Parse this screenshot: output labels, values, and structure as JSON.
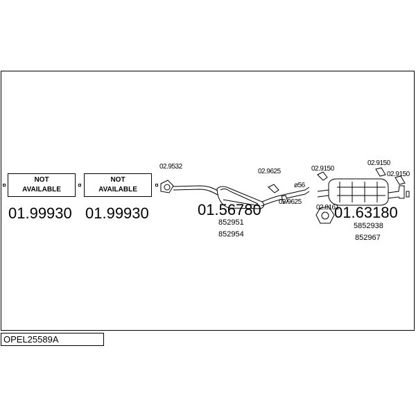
{
  "not_available": {
    "line1": "NOT",
    "line2": "AVAILABLE"
  },
  "parts": {
    "part_a": "01.99930",
    "part_b": "01.99930",
    "middle_silencer": "01.56780",
    "middle_oe1": "852951",
    "middle_oe2": "852954",
    "rear_silencer": "01.63180",
    "rear_oe1": "5852938",
    "rear_oe2": "852967"
  },
  "fittings": {
    "f1": "02.9532",
    "f2": "02.9625",
    "f3": "02.9625",
    "f4": "02.9150",
    "f5": "02.9150",
    "f6": "02.9150",
    "f7": "02.8161",
    "diameter": "ø56"
  },
  "diagram_code": "OPEL25589A"
}
